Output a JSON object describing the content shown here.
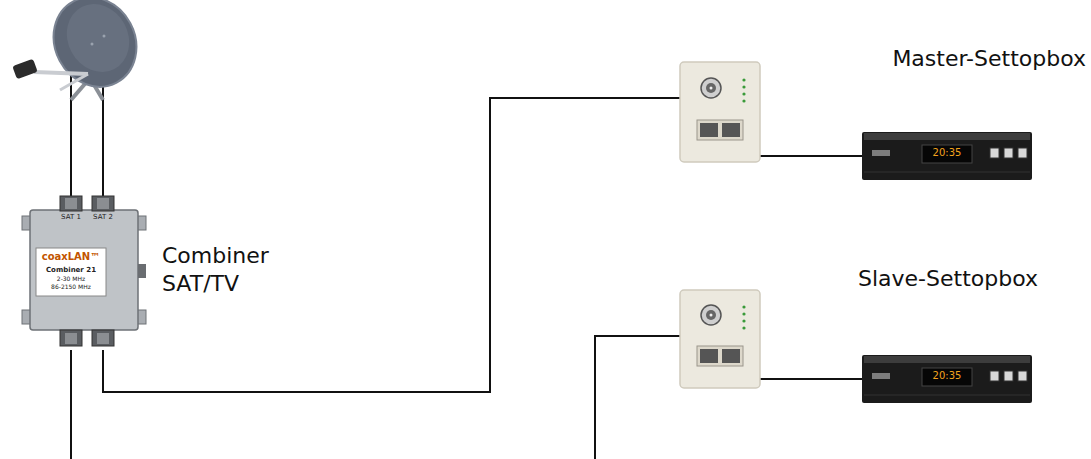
{
  "diagram": {
    "nodes": [
      {
        "text": [
          "Combiner SAT/TV"
        ]
      },
      {
        "text": [
          "Master-Settopbox"
        ]
      },
      {
        "text": [
          "Slave-Settopbox"
        ]
      }
    ],
    "edges": [
      {
        "from": 0,
        "to": 1,
        "arrow": "none"
      }
    ],
    "labels": [
      "SAT 1",
      "SAT 2",
      "coaxLAN™",
      "Combiner 21",
      "2-30 MHz",
      "86-2150 MHz",
      "20:35",
      "20:35"
    ]
  }
}
